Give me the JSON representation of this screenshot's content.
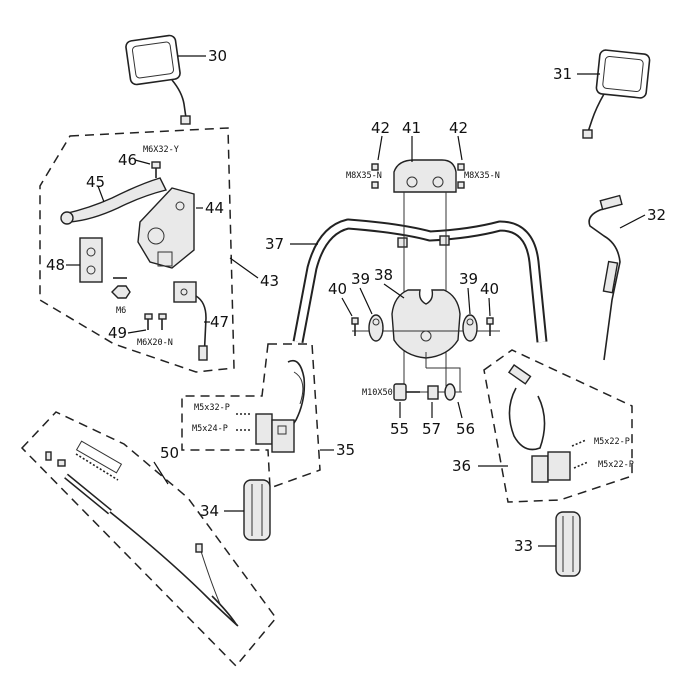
{
  "callouts": {
    "p30": "30",
    "p31": "31",
    "p32": "32",
    "p33": "33",
    "p34": "34",
    "p35": "35",
    "p36": "36",
    "p37": "37",
    "p38": "38",
    "p39a": "39",
    "p39b": "39",
    "p40a": "40",
    "p40b": "40",
    "p41": "41",
    "p42a": "42",
    "p42b": "42",
    "p43": "43",
    "p44": "44",
    "p45": "45",
    "p46": "46",
    "p47": "47",
    "p48": "48",
    "p49": "49",
    "p50": "50",
    "p55": "55",
    "p56": "56",
    "p57": "57"
  },
  "specs": {
    "m6x32y": "M6X32-Y",
    "m6": "M6",
    "m6x20n": "M6X20-N",
    "m8x35n_left": "M8X35-N",
    "m8x35n_right": "M8X35-N",
    "m10x50": "M10X50",
    "m5x32p": "M5x32-P",
    "m5x24p": "M5x24-P",
    "m5x22p_top": "M5x22-P",
    "m5x22p_bottom": "M5x22-P"
  }
}
